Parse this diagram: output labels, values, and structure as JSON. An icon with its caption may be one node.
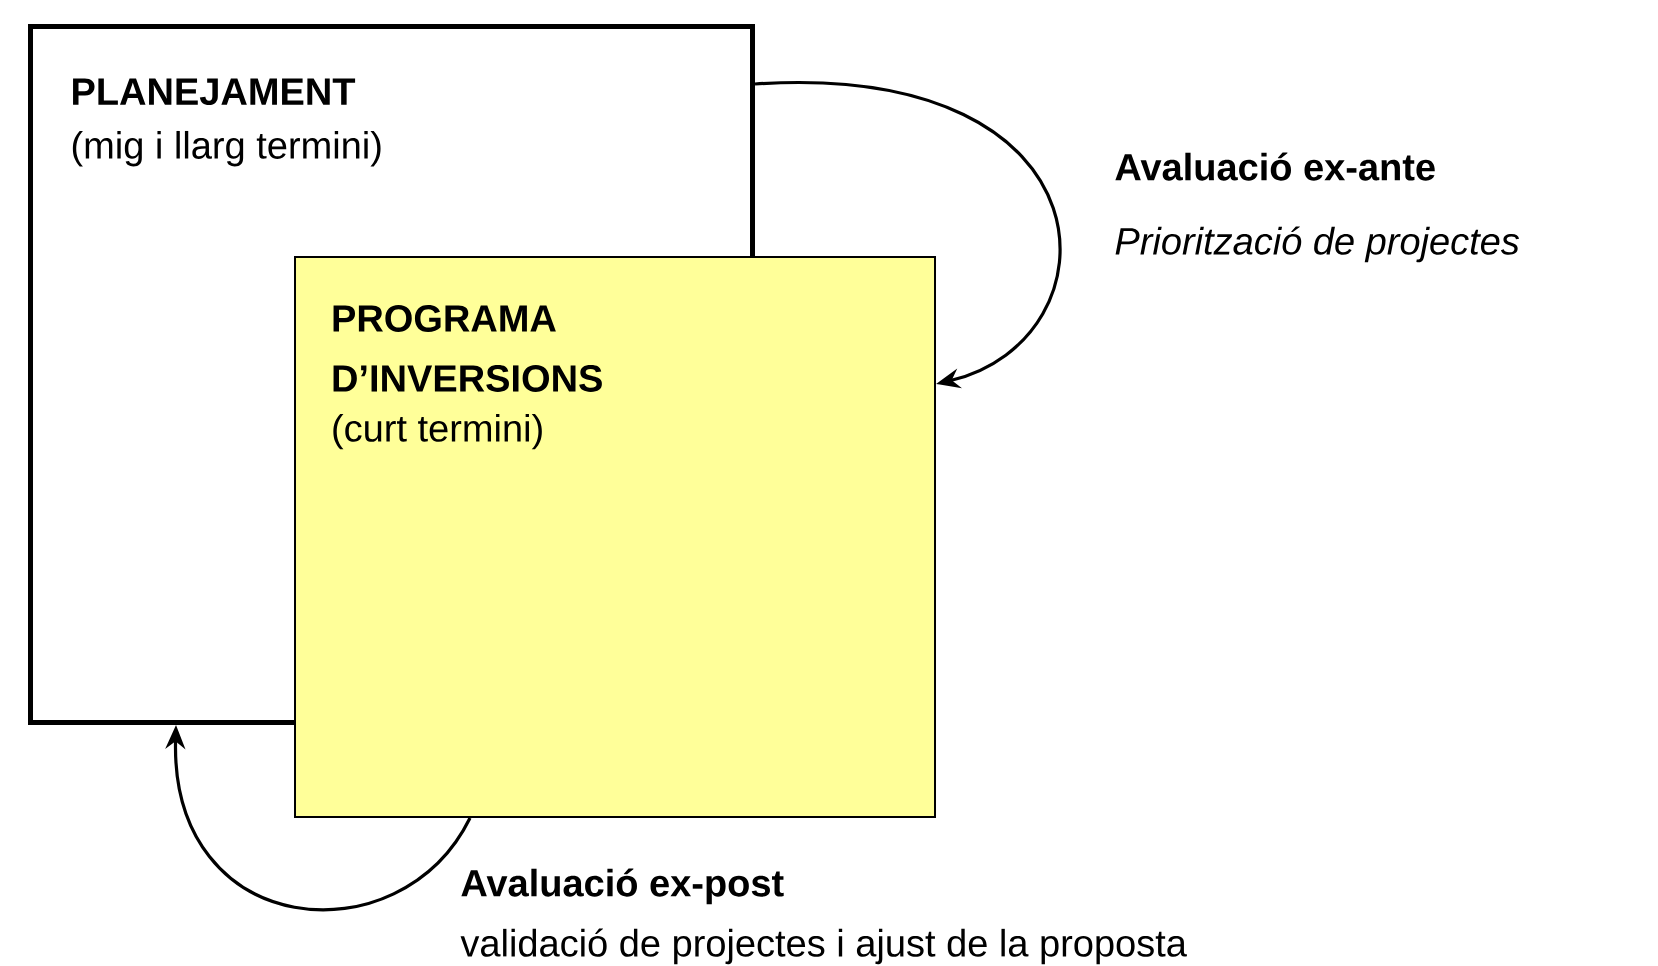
{
  "diagram": {
    "nodes": [
      {
        "text": [
          "PLANEJAMENT",
          "(mig i llarg termini)"
        ]
      },
      {
        "text": [
          "PROGRAMA D’INVERSIONS",
          "(curt termini)"
        ]
      }
    ],
    "edges": [
      {
        "from": 0,
        "to": 1,
        "arrow": "to",
        "label": "Avaluació ex-ante"
      },
      {
        "from": 1,
        "to": 0,
        "arrow": "to",
        "label": "Avaluació ex-post"
      }
    ],
    "labels": [
      "Priorització de projectes",
      "validació de projectes i ajust de la proposta"
    ]
  }
}
